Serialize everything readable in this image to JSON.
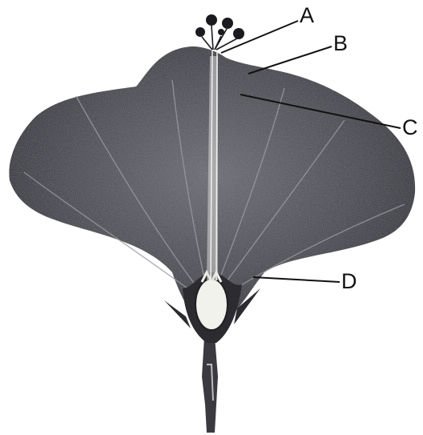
{
  "diagram": {
    "labels": {
      "a": "A",
      "b": "B",
      "c": "C",
      "d": "D"
    }
  },
  "colors": {
    "petal_dark": "#2a2a30",
    "petal_mid": "#5a5a62",
    "ovary": "#f2f2ec",
    "line": "#111111",
    "background": "#ffffff"
  }
}
